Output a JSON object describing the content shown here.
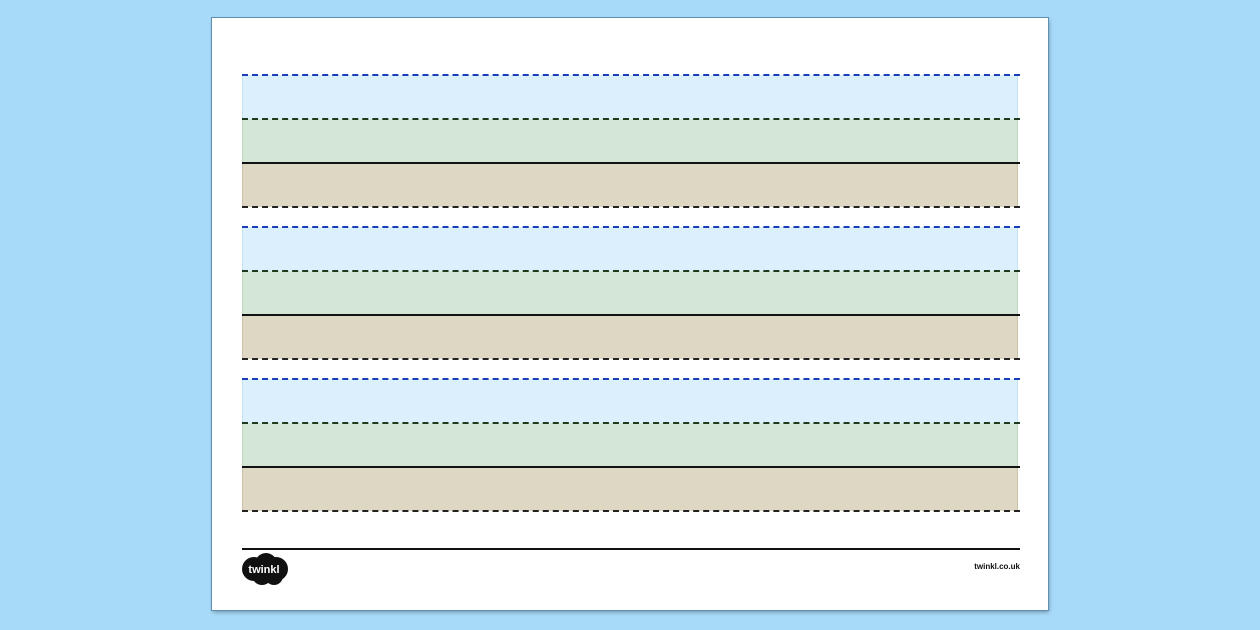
{
  "page": {
    "background_color": "#a6daf8"
  },
  "worksheet": {
    "paper_color": "#ffffff",
    "line_set_count": 3,
    "line_sets": [
      {
        "name": "line-set-1"
      },
      {
        "name": "line-set-2"
      },
      {
        "name": "line-set-3"
      }
    ],
    "band_colors": {
      "top": "#dbf0fc",
      "middle": "#d4e7d6",
      "lower": "#ded7c3"
    },
    "band_edge_colors": {
      "top": "#c4e2f3",
      "middle": "#bfd9c1",
      "lower": "#cbc1a6"
    },
    "rule_colors": {
      "top": "#1a3db8",
      "midline": "#1c3a1c",
      "baseline": "#111111",
      "descender": "#222222"
    },
    "rule_styles": {
      "top": "dashed",
      "midline": "dashed",
      "baseline": "solid",
      "descender": "dashed"
    }
  },
  "footer": {
    "logo_text": "twinkl",
    "logo_icon": "twinkl-cloud-logo-icon",
    "logo_color": "#111111",
    "url": "twinkl.co.uk"
  }
}
